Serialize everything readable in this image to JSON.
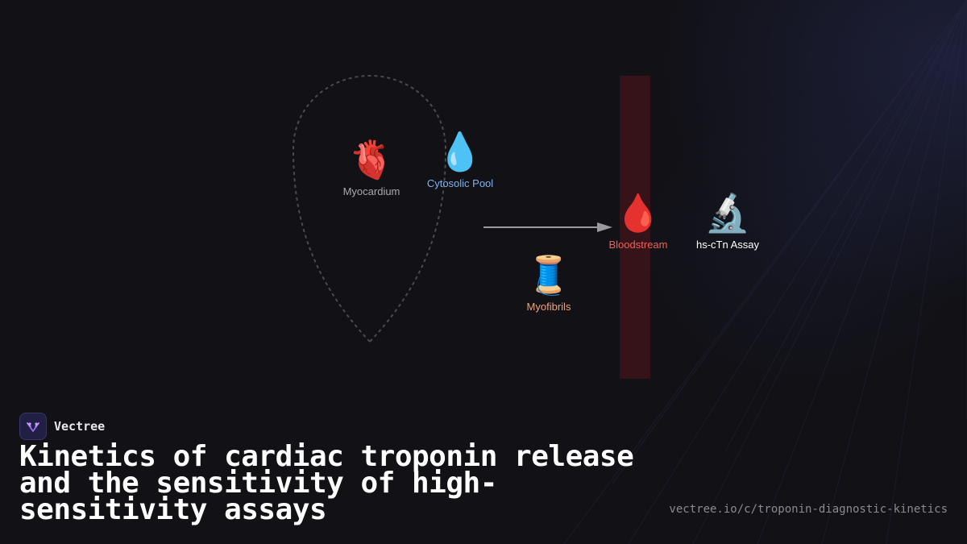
{
  "diagram": {
    "nodes": {
      "myocardium": {
        "icon": "anatomical-heart-icon",
        "glyph": "🫀",
        "label": "Myocardium"
      },
      "cytosolic": {
        "icon": "droplet-icon",
        "glyph": "💧",
        "label": "Cytosolic Pool"
      },
      "myofibrils": {
        "icon": "thread-spool-icon",
        "glyph": "🧵",
        "label": "Myofibrils"
      },
      "bloodstream": {
        "icon": "blood-drop-icon",
        "glyph": "🩸",
        "label": "Bloodstream"
      },
      "assay": {
        "icon": "microscope-icon",
        "glyph": "🔬",
        "label": "hs-cTn Assay"
      }
    },
    "colors": {
      "myocardium_label": "#a8a8b0",
      "cytosolic_label": "#7fb2f0",
      "myofibrils_label": "#f0a278",
      "bloodstream_label": "#f0605e",
      "assay_label": "#ffffff",
      "bloodstream_band": "#3a1418",
      "outline": "#4a4a52",
      "arrow": "#9a9aa0"
    }
  },
  "brand": {
    "name": "Vectree",
    "logo_icon": "vectree-logo-icon"
  },
  "title": "Kinetics of cardiac troponin release and the sensitivity of high-sensitivity assays",
  "url": "vectree.io/c/troponin-diagnostic-kinetics"
}
